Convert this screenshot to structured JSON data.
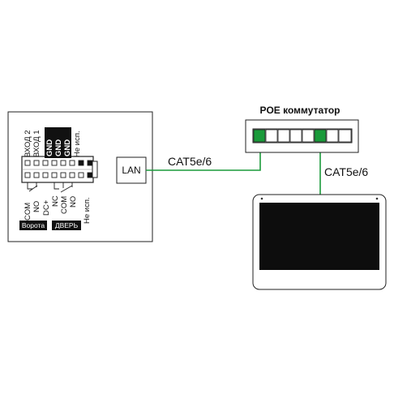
{
  "switch": {
    "title": "POE коммутатор",
    "accent": "#1a9a3a"
  },
  "lan_box": {
    "label": "LAN"
  },
  "cables": {
    "left": "CAT5e/6",
    "right": "CAT5e/6"
  },
  "panel": {
    "top_labels": [
      "ВХОД 2",
      "ВХОД 1",
      "GND",
      "GND",
      "GND",
      "Не исп."
    ],
    "bottom_labels": [
      "COM",
      "NO",
      "DC+",
      "NC",
      "COM",
      "NO",
      "Не исп."
    ],
    "group_gate": "Ворота",
    "group_door": "ДВЕРЬ"
  }
}
